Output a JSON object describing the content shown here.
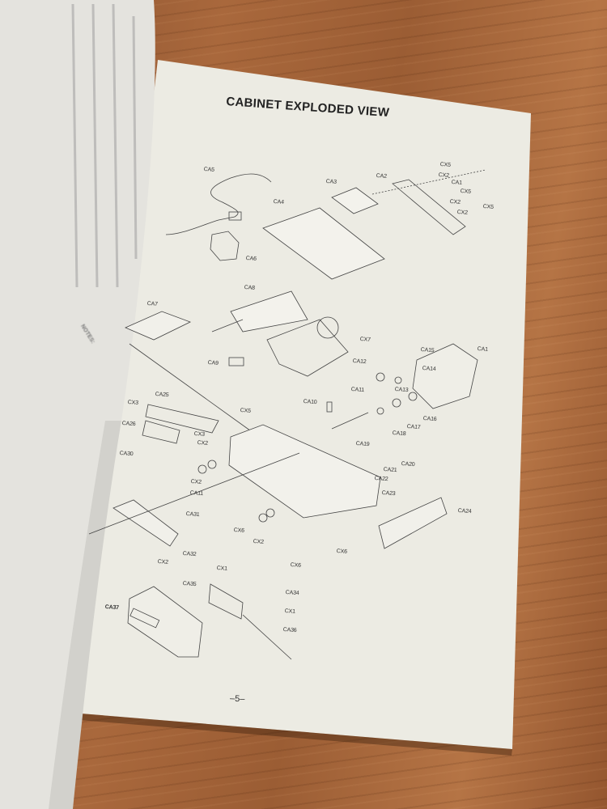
{
  "document": {
    "title": "CABINET EXPLODED VIEW",
    "page_number": "–5–",
    "left_page_notes_heading": "NOTES:"
  },
  "labels": [
    "CA5",
    "CA3",
    "CA2",
    "CX5",
    "CX2",
    "CA1",
    "CX5",
    "CX2",
    "CX2",
    "CX5",
    "CA4",
    "CA6",
    "CA8",
    "CA7",
    "CA9",
    "CX7",
    "CA15",
    "CA1",
    "CA12",
    "CA14",
    "CA11",
    "CA13",
    "CA10",
    "CA16",
    "CA17",
    "CA18",
    "CA25",
    "CX3",
    "CA26",
    "CX3",
    "CX5",
    "CX2",
    "CA19",
    "CA20",
    "CA21",
    "CA22",
    "CA23",
    "CA24",
    "CA30",
    "CX2",
    "CA11",
    "CA31",
    "CX6",
    "CX2",
    "CX6",
    "CX6",
    "CA32",
    "CX2",
    "CX1",
    "CA35",
    "CA34",
    "CX1",
    "CA37",
    "CA36"
  ]
}
